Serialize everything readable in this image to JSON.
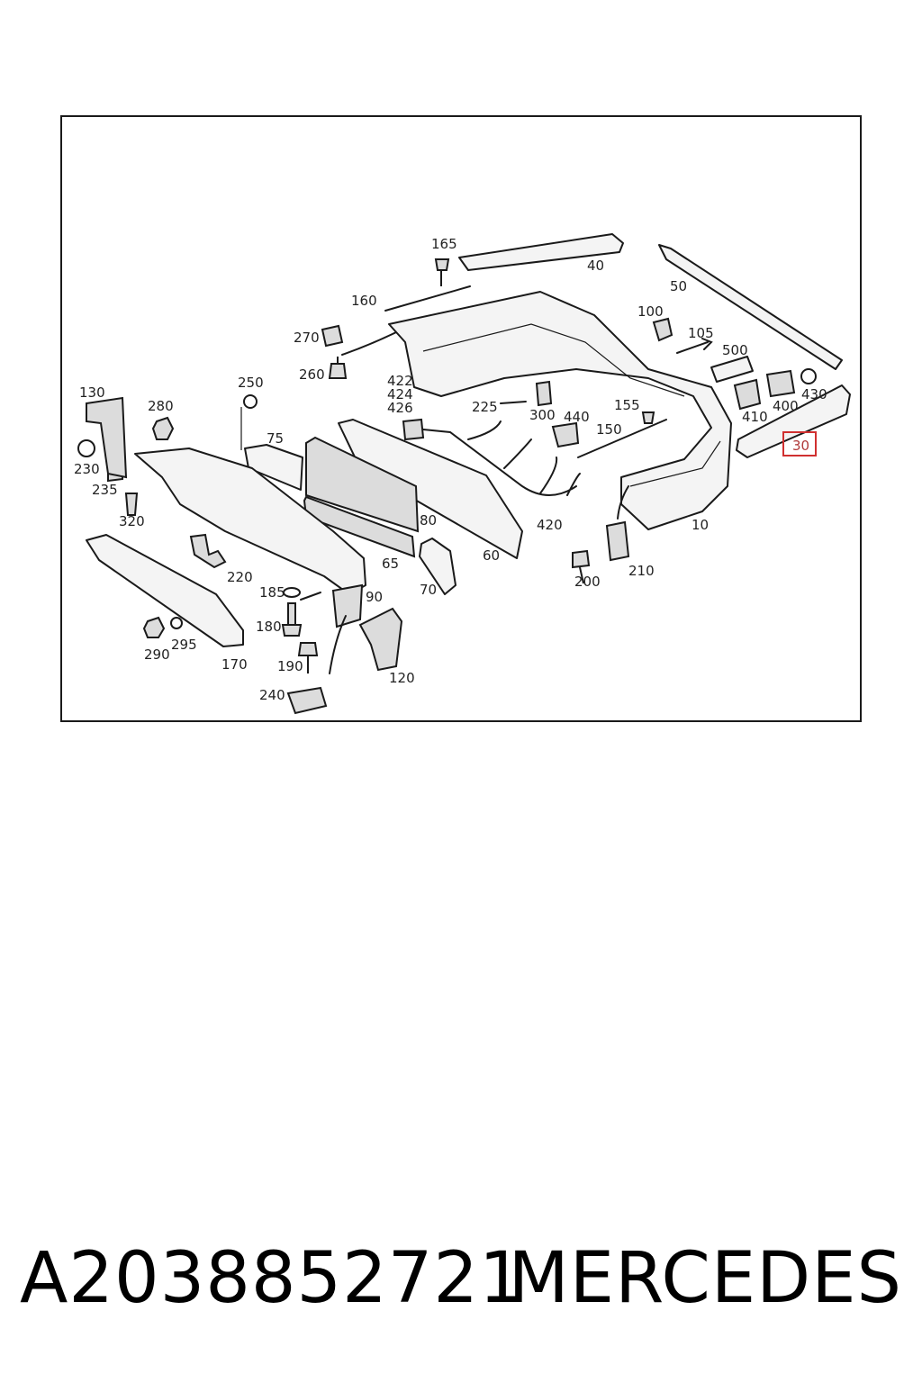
{
  "diagram": {
    "callouts": [
      "165",
      "40",
      "50",
      "160",
      "100",
      "105",
      "500",
      "270",
      "260",
      "422",
      "424",
      "426",
      "225",
      "300",
      "440",
      "155",
      "150",
      "410",
      "400",
      "430",
      "30",
      "130",
      "280",
      "250",
      "75",
      "230",
      "235",
      "320",
      "80",
      "60",
      "420",
      "10",
      "220",
      "65",
      "210",
      "200",
      "185",
      "90",
      "70",
      "180",
      "290",
      "295",
      "170",
      "190",
      "120",
      "240"
    ],
    "highlighted_callout": "30",
    "highlight_color": "#d03030"
  },
  "footer": {
    "part_number": "A2038852721",
    "brand": "MERCEDES"
  }
}
